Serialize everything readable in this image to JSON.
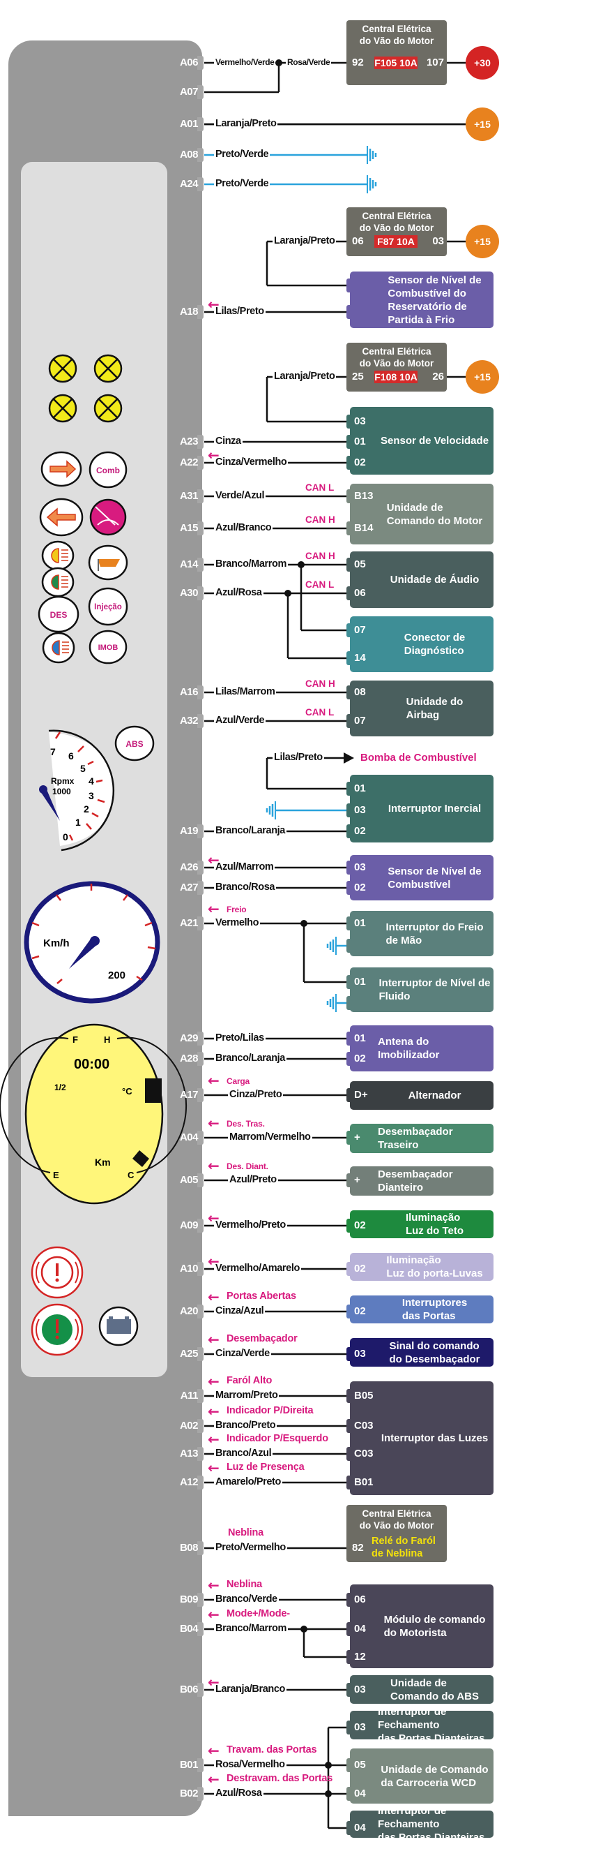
{
  "connector_pins": [
    {
      "id": "A06",
      "wire": "Vermelho/Verde"
    },
    {
      "id": "A07"
    },
    {
      "id": "A01",
      "wire": "Laranja/Preto"
    },
    {
      "id": "A08",
      "wire": "Preto/Verde"
    },
    {
      "id": "A24",
      "wire": "Preto/Verde"
    },
    {
      "id": "A18",
      "wire": "Lilas/Preto",
      "arrow": true
    },
    {
      "id": "A23",
      "wire": "Cinza"
    },
    {
      "id": "A22",
      "wire": "Cinza/Vermelho",
      "arrow": true
    },
    {
      "id": "A31",
      "wire": "Verde/Azul",
      "can": "CAN L"
    },
    {
      "id": "A15",
      "wire": "Azul/Branco",
      "can": "CAN H"
    },
    {
      "id": "A14",
      "wire": "Branco/Marrom",
      "can": "CAN H"
    },
    {
      "id": "A30",
      "wire": "Azul/Rosa",
      "can": "CAN L"
    },
    {
      "id": "A16",
      "wire": "Lilas/Marrom",
      "can": "CAN H"
    },
    {
      "id": "A32",
      "wire": "Azul/Verde",
      "can": "CAN L"
    },
    {
      "id": "A19",
      "wire": "Branco/Laranja"
    },
    {
      "id": "A26",
      "wire": "Azul/Marrom",
      "arrow": true
    },
    {
      "id": "A27",
      "wire": "Branco/Rosa"
    },
    {
      "id": "A21",
      "wire": "Vermelho",
      "arrow": true,
      "signal": "Freio"
    },
    {
      "id": "A29",
      "wire": "Preto/Lilas"
    },
    {
      "id": "A28",
      "wire": "Branco/Laranja"
    },
    {
      "id": "A17",
      "wire": "Cinza/Preto",
      "arrow": true,
      "signal": "Carga"
    },
    {
      "id": "A04",
      "wire": "Marrom/Vermelho",
      "arrow": true,
      "signal": "Des. Tras."
    },
    {
      "id": "A05",
      "wire": "Azul/Preto",
      "arrow": true,
      "signal": "Des. Diant."
    },
    {
      "id": "A09",
      "wire": "Vermelho/Preto",
      "arrow": true
    },
    {
      "id": "A10",
      "wire": "Vermelho/Amarelo",
      "arrow": true
    },
    {
      "id": "A20",
      "wire": "Cinza/Azul",
      "arrow": true,
      "signal": "Portas Abertas"
    },
    {
      "id": "A25",
      "wire": "Cinza/Verde",
      "arrow": true,
      "signal": "Desembaçador"
    },
    {
      "id": "A11",
      "wire": "Marrom/Preto",
      "arrow": true,
      "signal": "Faról Alto"
    },
    {
      "id": "A02",
      "wire": "Branco/Preto",
      "arrow": true,
      "signal": "Indicador P/Direita"
    },
    {
      "id": "A13",
      "wire": "Branco/Azul",
      "arrow": true,
      "signal": "Indicador P/Esquerdo"
    },
    {
      "id": "A12",
      "wire": "Amarelo/Preto",
      "arrow": true,
      "signal": "Luz de Presença"
    },
    {
      "id": "B08",
      "wire": "Preto/Vermelho",
      "signal": "Neblina"
    },
    {
      "id": "B09",
      "wire": "Branco/Verde",
      "arrow": true,
      "signal": "Neblina"
    },
    {
      "id": "B04",
      "wire": "Branco/Marrom",
      "arrow": true,
      "signal": "Mode+/Mode-"
    },
    {
      "id": "B06",
      "wire": "Laranja/Branco",
      "arrow": true
    },
    {
      "id": "B01",
      "wire": "Rosa/Vermelho",
      "arrow": true,
      "signal": "Travam. das Portas"
    },
    {
      "id": "B02",
      "wire": "Azul/Rosa",
      "arrow": true,
      "signal": "Destravam. das Portas"
    }
  ],
  "components": [
    {
      "central": true,
      "title": "Central Elétrica\ndo Vão do Motor",
      "pin_in": "92",
      "fuse": "F105 10A",
      "pin_out": "107"
    },
    {
      "central": true,
      "title": "Central Elétrica\ndo Vão do Motor",
      "pin_in": "06",
      "fuse": "F87 10A",
      "pin_out": "03"
    },
    {
      "title": "Sensor de Nível de\nCombustível do\nReservatório de\nPartida à Frio",
      "pins": [
        "",
        ""
      ],
      "color": "#6b5ea8"
    },
    {
      "central": true,
      "title": "Central Elétrica\ndo Vão do Motor",
      "pin_in": "25",
      "fuse": "F108 10A",
      "pin_out": "26"
    },
    {
      "title": "Sensor de Velocidade",
      "pins": [
        "03",
        "01",
        "02"
      ],
      "color": "#3d6f68"
    },
    {
      "title": "Unidade de\nComando do Motor",
      "pins": [
        "B13",
        "B14"
      ],
      "color": "#7b8a80"
    },
    {
      "title": "Unidade de Áudio",
      "pins": [
        "05",
        "06"
      ],
      "color": "#4a5f5e"
    },
    {
      "title": "Conector de\nDiagnóstico",
      "pins": [
        "07",
        "14"
      ],
      "color": "#3e8e96"
    },
    {
      "title": "Unidade do\nAirbag",
      "pins": [
        "08",
        "07"
      ],
      "color": "#4a5f5e"
    },
    {
      "title": "Interruptor Inercial",
      "pins": [
        "01",
        "03",
        "02"
      ],
      "color": "#3d6f68"
    },
    {
      "title": "Sensor de Nível de\nCombustível",
      "pins": [
        "03",
        "02"
      ],
      "color": "#6b5ea8"
    },
    {
      "title": "Interruptor do Freio\nde Mão",
      "pins": [
        "01",
        ""
      ],
      "color": "#5b807c"
    },
    {
      "title": "Interruptor de Nível de\nFluido",
      "pins": [
        "01",
        ""
      ],
      "color": "#5b807c"
    },
    {
      "title": "Antena do Imobilizador",
      "pins": [
        "01",
        "02"
      ],
      "color": "#6b5ea8"
    },
    {
      "title": "Alternador",
      "pins": [
        "D+"
      ],
      "color": "#3a3f42"
    },
    {
      "title": "Desembaçador Traseiro",
      "pins": [
        "+"
      ],
      "color": "#4a8a6e"
    },
    {
      "title": "Desembaçador Dianteiro",
      "pins": [
        "+"
      ],
      "color": "#737f79"
    },
    {
      "title": "Iluminação\nLuz do Teto",
      "pins": [
        "02"
      ],
      "color": "#1e8a3e"
    },
    {
      "title": "Iluminação\nLuz do porta-Luvas",
      "pins": [
        "02"
      ],
      "color": "#b8b2d8"
    },
    {
      "title": "Interruptores\ndas Portas",
      "pins": [
        "02"
      ],
      "color": "#5e7cbf"
    },
    {
      "title": "Sinal do comando\ndo Desembaçador",
      "pins": [
        "03"
      ],
      "color": "#1e1a6a"
    },
    {
      "title": "Interruptor das Luzes",
      "pins": [
        "B05",
        "C03",
        "C03",
        "B01"
      ],
      "color": "#4a4658"
    },
    {
      "central": true,
      "title": "Central Elétrica\ndo Vão do Motor",
      "pin_in": "82",
      "relay": "Relé do Faról\nde Neblina"
    },
    {
      "title": "Módulo de comando\ndo Motorista",
      "pins": [
        "06",
        "04",
        "12"
      ],
      "color": "#4a4658"
    },
    {
      "title": "Unidade de\nComando do ABS",
      "pins": [
        "03"
      ],
      "color": "#4a5f5e"
    },
    {
      "title": "Interruptor de Fechamento\ndas Portas Dianteiras",
      "pins": [
        "03"
      ],
      "color": "#4a5f5e"
    },
    {
      "title": "Unidade de Comando\nda Carroceria WCD",
      "pins": [
        "05",
        "04"
      ],
      "color": "#7b8a80"
    },
    {
      "title": "Interruptor de Fechamento\ndas Portas Dianteiras",
      "pins": [
        "04"
      ],
      "color": "#4a5f5e"
    }
  ],
  "power_supplies": [
    {
      "label": "+30",
      "color": "#d42424"
    },
    {
      "label": "+15",
      "color": "#e8821e"
    },
    {
      "label": "+15",
      "color": "#e8821e"
    },
    {
      "label": "+15",
      "color": "#e8821e"
    }
  ],
  "intermediate_wires": [
    "Rosa/Verde",
    "Laranja/Preto",
    "Laranja/Preto",
    "Lilas/Preto"
  ],
  "fuel_pump_label": "Bomba de Combustível",
  "colors": {
    "wire": "#111111",
    "ground": "#2aa3dc",
    "signal": "#d81b7f"
  },
  "cluster": {
    "comb": "Comb",
    "des": "DES",
    "injecao": "Injeção",
    "imob": "IMOB",
    "abs": "ABS",
    "tach_ticks": [
      "0",
      "1",
      "2",
      "3",
      "4",
      "5",
      "6",
      "7"
    ],
    "tach_unit_1": "Rpmx",
    "tach_unit_2": "1000",
    "speed_unit": "Km/h",
    "speed_max": "200",
    "fuel_full": "F",
    "fuel_half": "1/2",
    "fuel_empty": "E",
    "temp_hot": "H",
    "temp_unit": "°C",
    "temp_cold": "C",
    "clock": "00:00",
    "odometer": "Km"
  }
}
